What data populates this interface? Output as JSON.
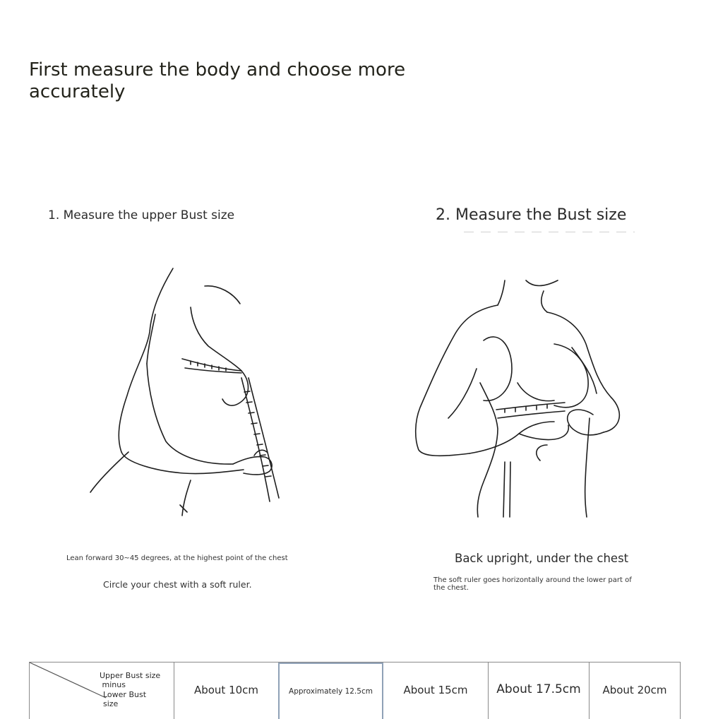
{
  "title": "First measure the body and choose more accurately",
  "steps": [
    {
      "heading": "1. Measure the upper Bust size",
      "caption_small": "Lean forward 30~45 degrees, at the highest point of the chest",
      "caption_main": "Circle your chest with a soft ruler."
    },
    {
      "heading": "2. Measure the Bust size",
      "caption_main": "Back upright, under the chest",
      "caption_small": "The soft ruler goes horizontally around the lower part of the chest."
    }
  ],
  "table": {
    "header_top": "Upper Bust size",
    "header_minus": "minus",
    "header_bottom": "Lower Bust size",
    "columns": [
      "About 10cm",
      "Approximately 12.5cm",
      "About 15cm",
      "About 17.5cm",
      "About 20cm"
    ]
  }
}
